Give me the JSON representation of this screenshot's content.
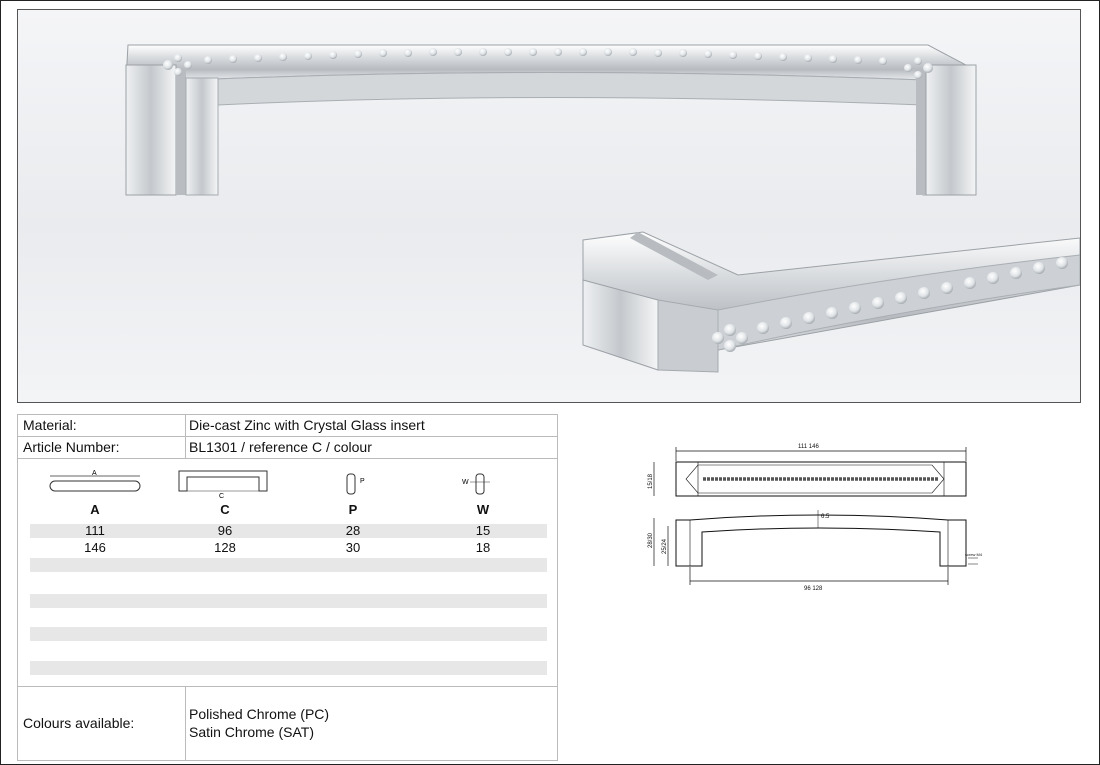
{
  "spec": {
    "material_label": "Material:",
    "material_value": "Die-cast Zinc with Crystal Glass insert",
    "article_label": "Article Number:",
    "article_value": "BL1301 / reference C / colour",
    "dimension_icons": {
      "a_mark": "A",
      "c_mark": "C",
      "p_mark": "P",
      "w_mark": "W"
    },
    "columns": [
      "A",
      "C",
      "P",
      "W"
    ],
    "rows": [
      [
        "111",
        "96",
        "28",
        "15"
      ],
      [
        "146",
        "128",
        "30",
        "18"
      ]
    ],
    "colours_label": "Colours available:",
    "colours": [
      "Polished Chrome (PC)",
      "Satin Chrome (SAT)"
    ]
  },
  "drawing": {
    "top_length": "111   146",
    "bottom_length": "96   128",
    "height_top": "15/18",
    "height_side": "28/30",
    "inner_height": "25/24",
    "thickness": "6.5",
    "note": "screw M4"
  },
  "colors": {
    "accent": "#2a2a2a",
    "stripe": "#e7e7e7",
    "border": "#bbbbbb"
  }
}
